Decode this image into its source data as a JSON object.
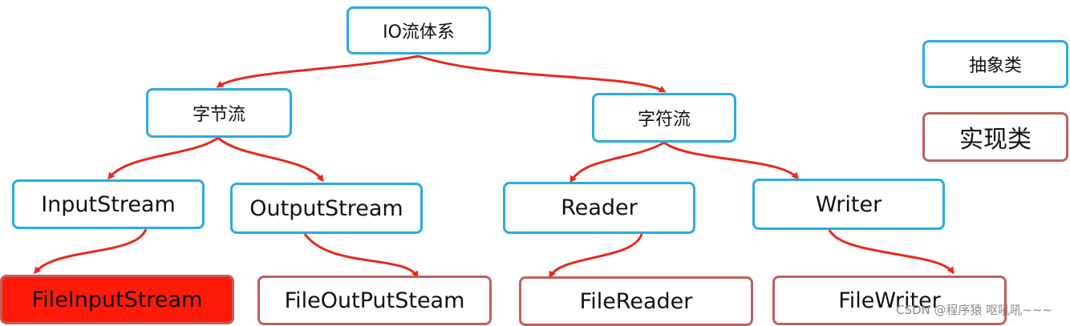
{
  "nodes": {
    "root": "IO流体系",
    "byte_stream": "字节流",
    "char_stream": "字符流",
    "input_stream": "InputStream",
    "output_stream": "OutputStream",
    "reader": "Reader",
    "writer": "Writer",
    "file_input_stream": "FileInputStream",
    "file_output_stream": "FileOutPutSteam",
    "file_reader": "FileReader",
    "file_writer": "FileWriter"
  },
  "legend": {
    "abstract_label": "抽象类",
    "impl_label": "实现类"
  },
  "colors": {
    "abstract_border": "#2bace0",
    "impl_border": "#c0605a",
    "arrow": "#e8291c",
    "highlight_fill": "#ff1a0a"
  },
  "watermark": "CSDN @程序猿 呕吼吼~~~"
}
